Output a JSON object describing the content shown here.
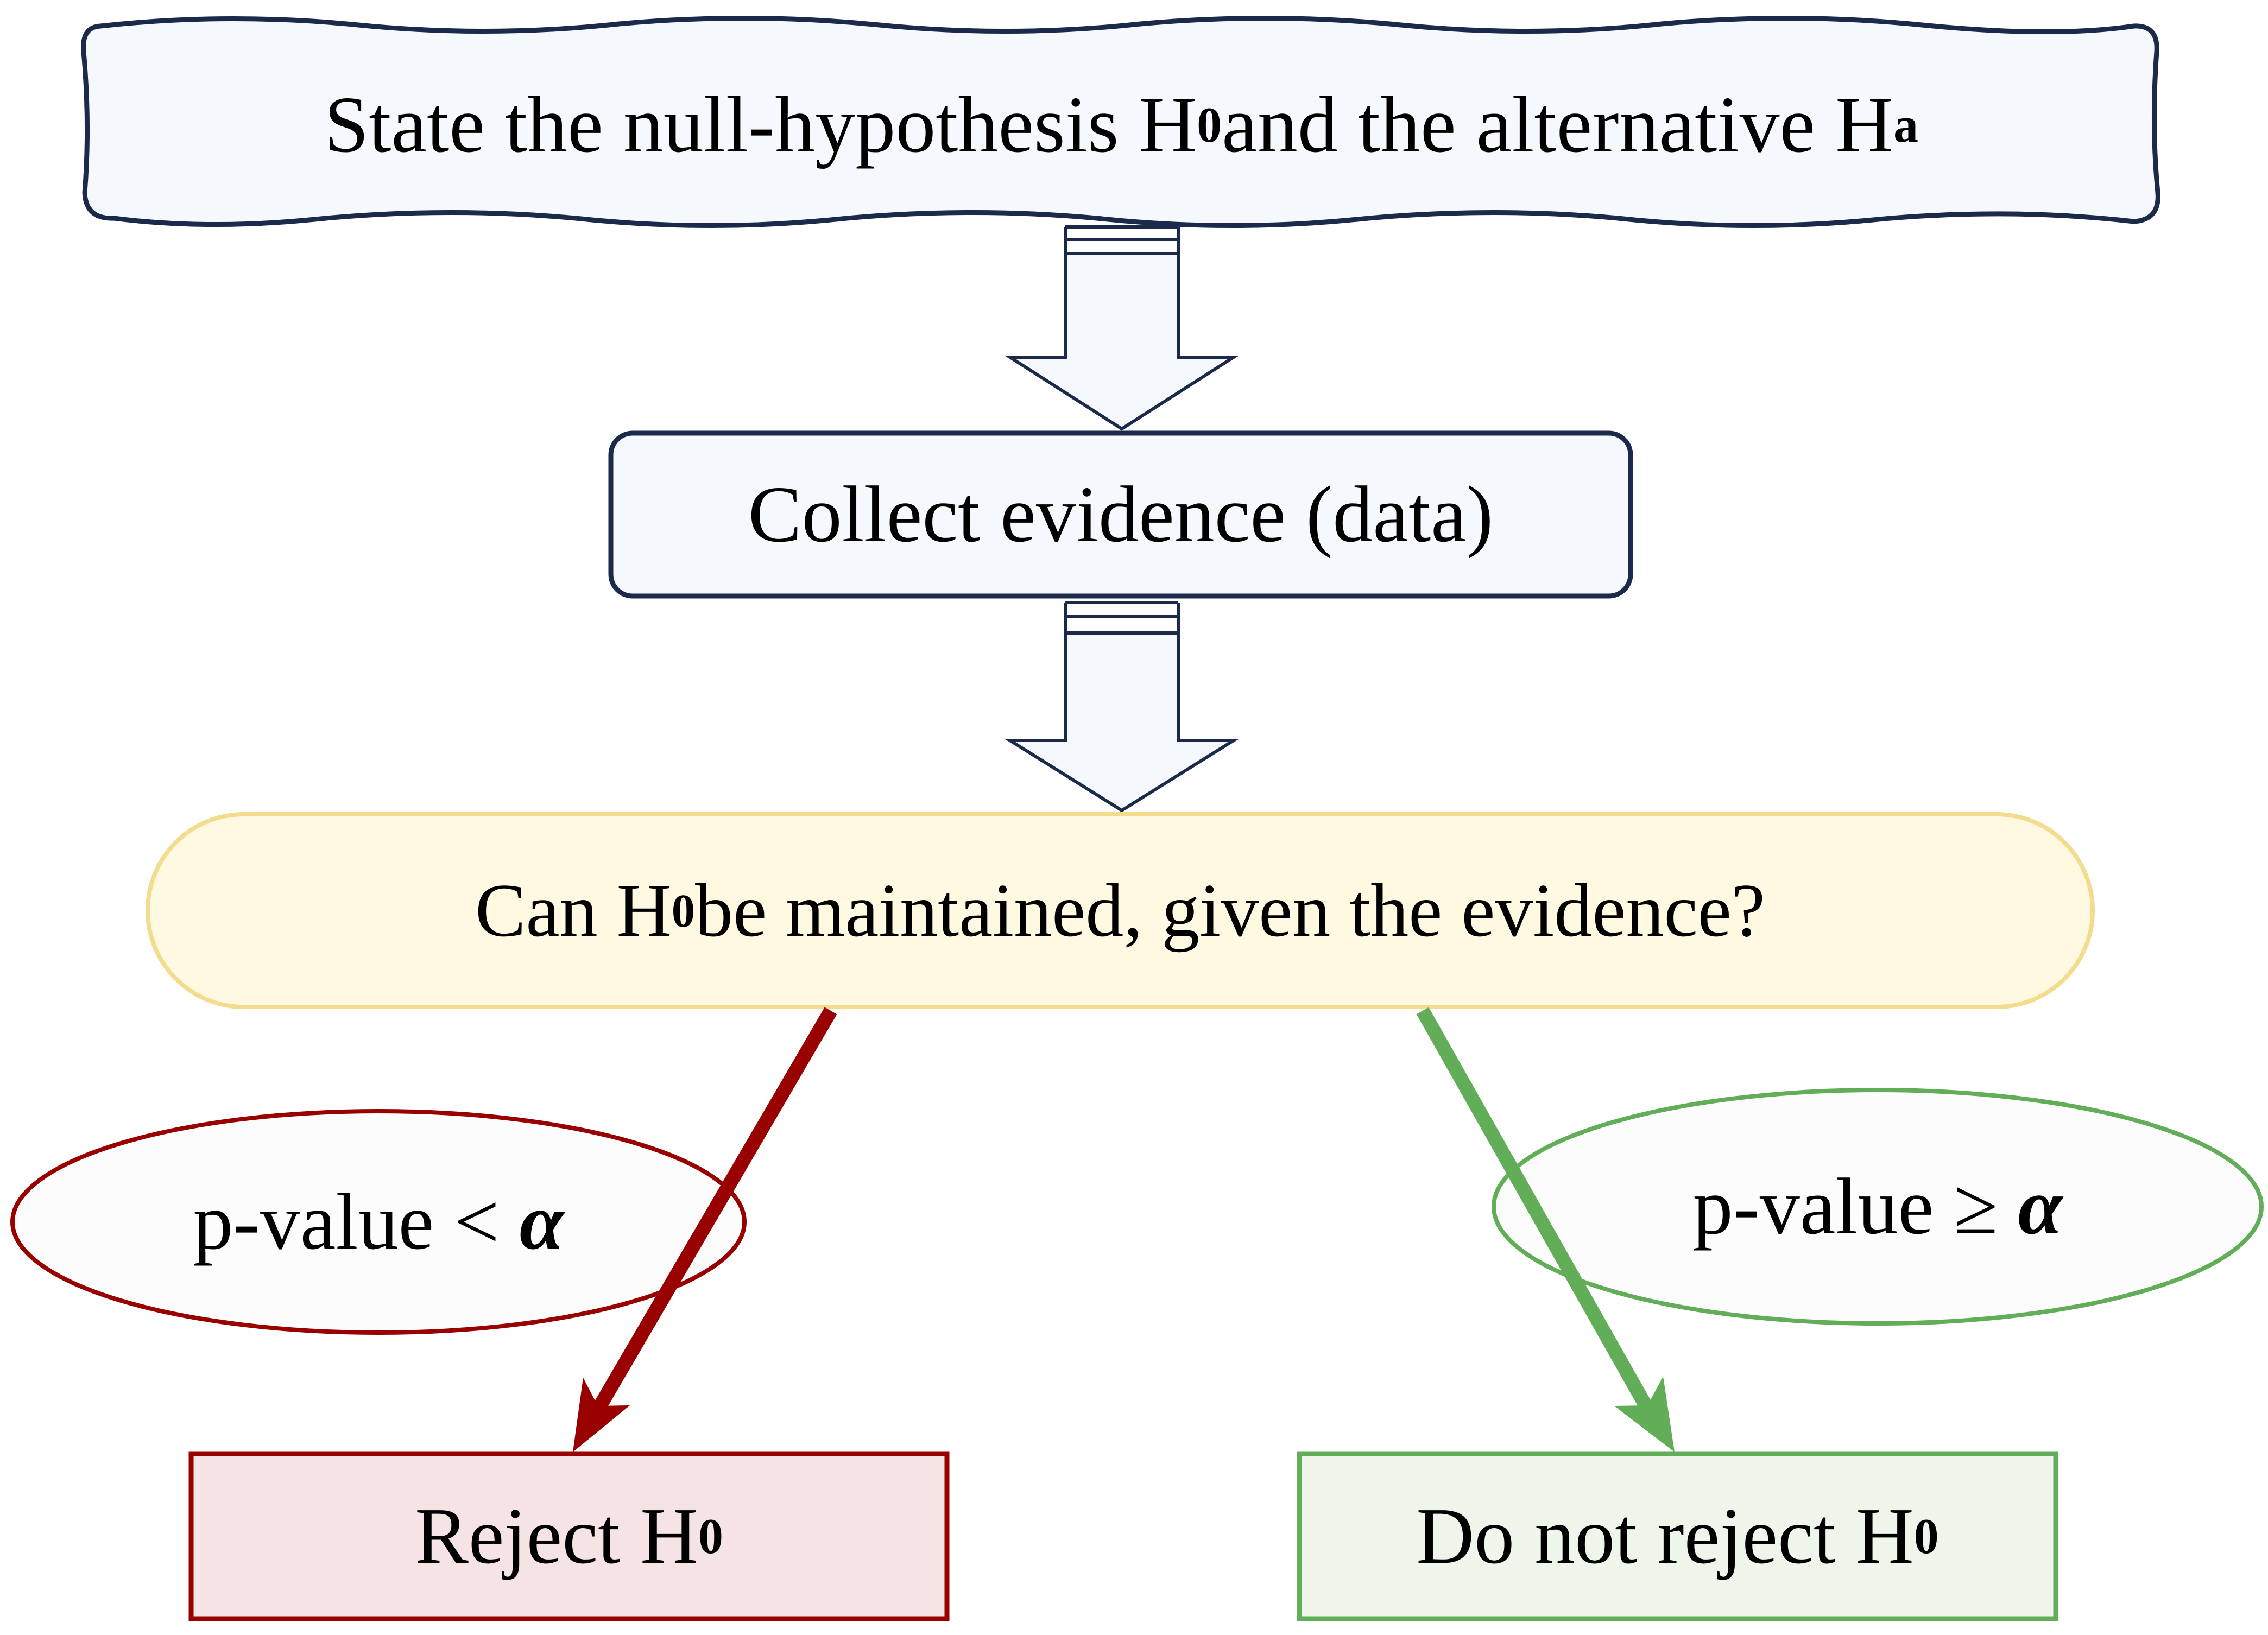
{
  "colors": {
    "navy": "#1b2a4a",
    "box_fill": "#f5f9fd",
    "question_fill": "#fff9e1",
    "question_stroke": "#f4dc8e",
    "red": "#990000",
    "red_fill": "#f6e4e4",
    "green": "#62ad57",
    "green_fill": "#eef6ec",
    "ellipse_fill": "#fcfcfc"
  },
  "steps": {
    "state": {
      "pre": "State the null-hypothesis H",
      "sub0": "0",
      "mid": " and the alternative H",
      "sub1": "a"
    },
    "collect": {
      "text": "Collect evidence (data)"
    },
    "question": {
      "pre": "Can H",
      "sub": "0",
      "post": " be maintained, given the evidence?"
    }
  },
  "conditions": {
    "reject": {
      "pre": "p-value < ",
      "symbol": "α"
    },
    "keep": {
      "pre": "p-value ≥ ",
      "symbol": "α"
    }
  },
  "outcomes": {
    "reject": {
      "pre": "Reject H",
      "sub": "0"
    },
    "keep": {
      "pre": "Do not reject H",
      "sub": "0"
    }
  }
}
